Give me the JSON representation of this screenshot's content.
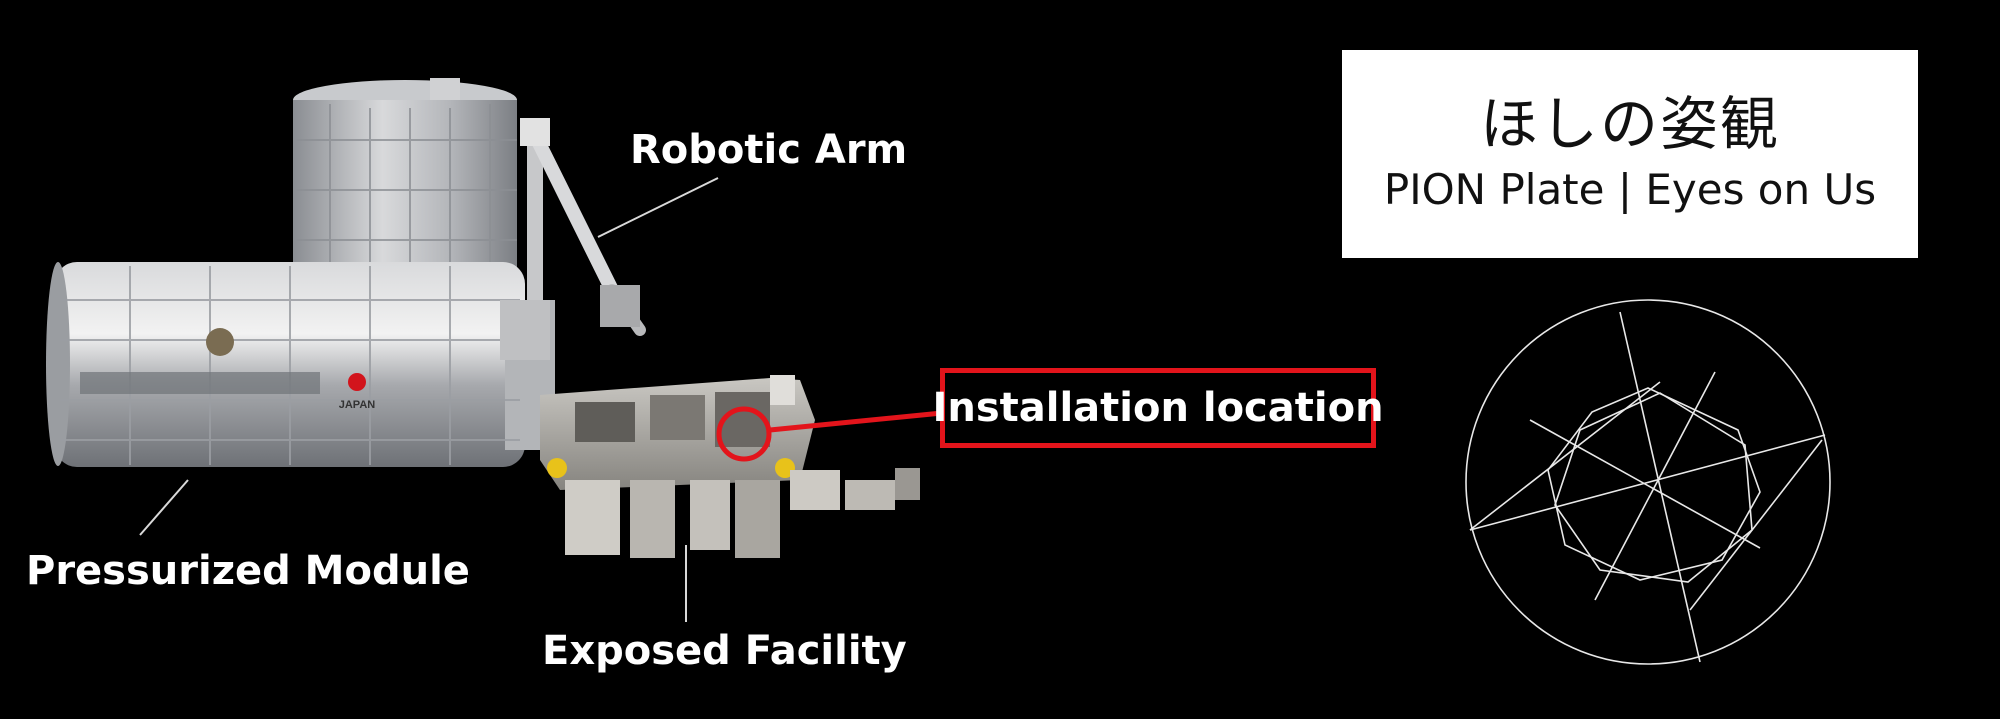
{
  "labels": {
    "robotic_arm": "Robotic Arm",
    "pressurized_module": "Pressurized Module",
    "exposed_facility": "Exposed Facility",
    "installation_location": "Installation location"
  },
  "title_card": {
    "japanese_title": "ほしの姿観",
    "subtitle": "PION Plate | Eyes on Us"
  },
  "flag_text": "JAPAN",
  "colors": {
    "background": "#000000",
    "highlight": "#e3141b",
    "label_text": "#ffffff",
    "module_silver": "#b9bcc0",
    "flag_red": "#d2141c",
    "yellow_fixture": "#e8c21a"
  }
}
